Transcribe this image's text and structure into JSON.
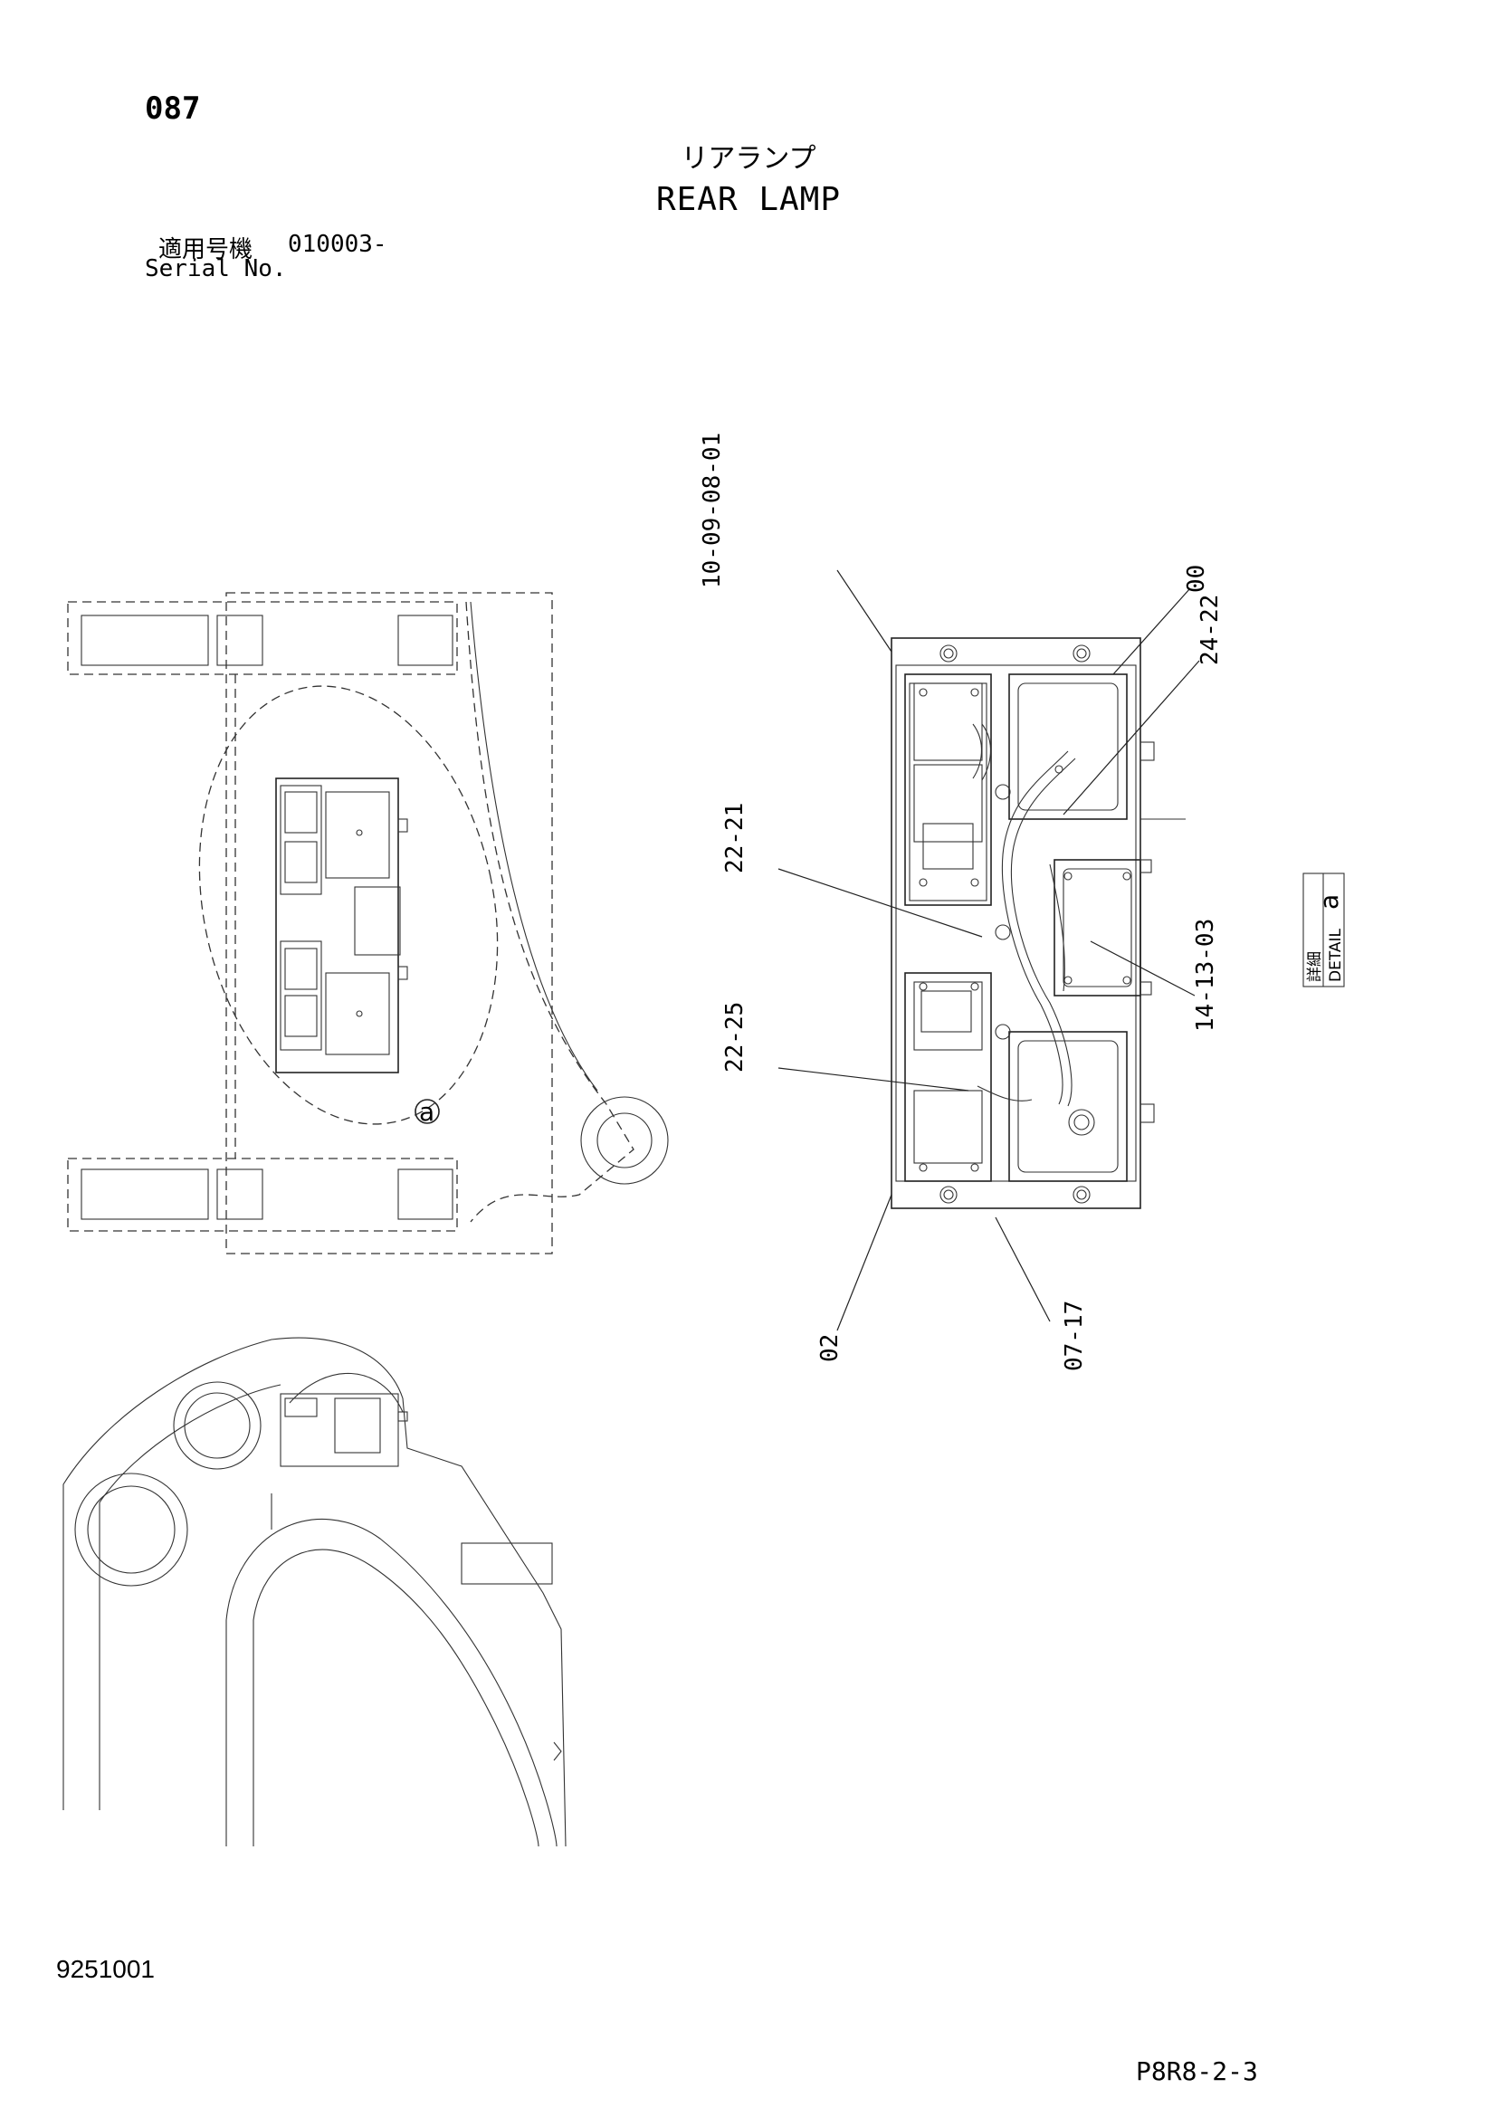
{
  "header": {
    "page_number": "087",
    "title_jp": "リアランプ",
    "title_en": "REAR LAMP",
    "serial_label_jp": "適用号機",
    "serial_value": "010003-",
    "serial_label_en": "Serial No."
  },
  "callouts": {
    "group_top": "10-09-08-01",
    "part_00": "00",
    "part_24_22": "24-22",
    "part_22_21": "22-21",
    "part_22_25": "22-25",
    "part_14_13_03": "14-13-03",
    "part_02": "02",
    "part_07_17": "07-17"
  },
  "detail": {
    "label_jp": "詳細",
    "label_en": "DETAIL",
    "letter": "a",
    "circle_marker": "a"
  },
  "footer": {
    "doc_id": "9251001",
    "page_code": "P8R8-2-3"
  }
}
